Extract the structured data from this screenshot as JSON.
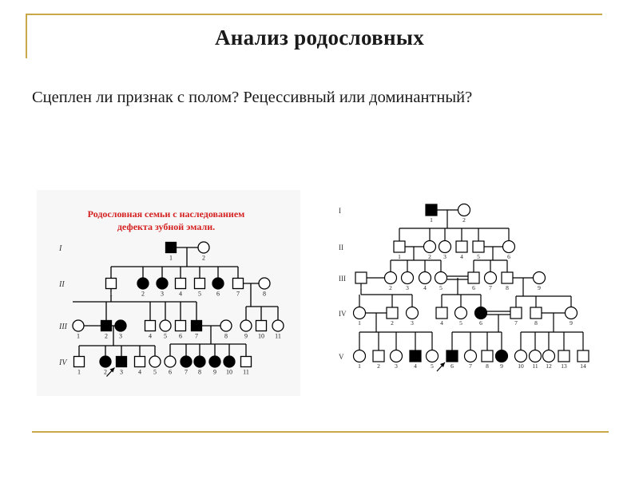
{
  "slide": {
    "title": "Анализ родословных",
    "question": "Сцеплен ли признак с полом? Рецессивный или доминантный?"
  },
  "colors": {
    "accent_rule": "#c9a84a",
    "caption_red": "#d42020",
    "symbol": "#000000"
  },
  "pedigree1": {
    "caption_line1": "Родословная семьи с наследованием",
    "caption_line2": "дефекта зубной эмали.",
    "generations": [
      "I",
      "II",
      "III",
      "IV"
    ],
    "individuals": {
      "I": [
        {
          "id": "1",
          "sex": "male",
          "affected": true
        },
        {
          "id": "2",
          "sex": "female",
          "affected": false
        }
      ],
      "II": [
        {
          "id": "1",
          "sex": "male",
          "affected": false
        },
        {
          "id": "2",
          "sex": "female",
          "affected": true
        },
        {
          "id": "3",
          "sex": "female",
          "affected": true
        },
        {
          "id": "4",
          "sex": "male",
          "affected": false
        },
        {
          "id": "5",
          "sex": "male",
          "affected": false
        },
        {
          "id": "6",
          "sex": "female",
          "affected": true
        },
        {
          "id": "7",
          "sex": "male",
          "affected": false
        },
        {
          "id": "8",
          "sex": "female",
          "affected": false
        }
      ],
      "III": [
        {
          "id": "1",
          "sex": "female",
          "affected": false
        },
        {
          "id": "2",
          "sex": "male",
          "affected": true
        },
        {
          "id": "3",
          "sex": "female",
          "affected": true
        },
        {
          "id": "4",
          "sex": "male",
          "affected": false
        },
        {
          "id": "5",
          "sex": "female",
          "affected": false
        },
        {
          "id": "6",
          "sex": "male",
          "affected": false
        },
        {
          "id": "7",
          "sex": "male",
          "affected": true
        },
        {
          "id": "8",
          "sex": "female",
          "affected": false
        },
        {
          "id": "9",
          "sex": "female",
          "affected": false
        },
        {
          "id": "10",
          "sex": "male",
          "affected": false
        },
        {
          "id": "11",
          "sex": "female",
          "affected": false
        }
      ],
      "IV": [
        {
          "id": "1",
          "sex": "male",
          "affected": false
        },
        {
          "id": "2",
          "sex": "female",
          "affected": true
        },
        {
          "id": "3",
          "sex": "male",
          "affected": true,
          "proband": true
        },
        {
          "id": "4",
          "sex": "male",
          "affected": false
        },
        {
          "id": "5",
          "sex": "female",
          "affected": false
        },
        {
          "id": "6",
          "sex": "female",
          "affected": false
        },
        {
          "id": "7",
          "sex": "female",
          "affected": true
        },
        {
          "id": "8",
          "sex": "female",
          "affected": true
        },
        {
          "id": "9",
          "sex": "female",
          "affected": true
        },
        {
          "id": "10",
          "sex": "female",
          "affected": true
        },
        {
          "id": "11",
          "sex": "male",
          "affected": false
        }
      ]
    }
  },
  "pedigree2": {
    "generations": [
      "I",
      "II",
      "III",
      "IV",
      "V"
    ],
    "individuals": {
      "I": [
        {
          "id": "1",
          "sex": "male",
          "affected": true
        },
        {
          "id": "2",
          "sex": "female",
          "affected": false
        }
      ],
      "II": [
        {
          "id": "1",
          "sex": "male",
          "affected": false
        },
        {
          "id": "2",
          "sex": "female",
          "affected": false
        },
        {
          "id": "3",
          "sex": "female",
          "affected": false
        },
        {
          "id": "4",
          "sex": "male",
          "affected": false
        },
        {
          "id": "5",
          "sex": "male",
          "affected": false
        },
        {
          "id": "6",
          "sex": "female",
          "affected": false
        }
      ],
      "III": [
        {
          "id": "1",
          "sex": "male",
          "affected": false
        },
        {
          "id": "2",
          "sex": "female",
          "affected": false
        },
        {
          "id": "3",
          "sex": "female",
          "affected": false
        },
        {
          "id": "4",
          "sex": "female",
          "affected": false
        },
        {
          "id": "5",
          "sex": "female",
          "affected": false
        },
        {
          "id": "6",
          "sex": "male",
          "affected": false
        },
        {
          "id": "7",
          "sex": "female",
          "affected": false
        },
        {
          "id": "8",
          "sex": "male",
          "affected": false
        },
        {
          "id": "9",
          "sex": "female",
          "affected": false
        }
      ],
      "IV": [
        {
          "id": "1",
          "sex": "female",
          "affected": false
        },
        {
          "id": "2",
          "sex": "male",
          "affected": false
        },
        {
          "id": "3",
          "sex": "female",
          "affected": false
        },
        {
          "id": "4",
          "sex": "male",
          "affected": false
        },
        {
          "id": "5",
          "sex": "female",
          "affected": false
        },
        {
          "id": "6",
          "sex": "female",
          "affected": true
        },
        {
          "id": "7",
          "sex": "male",
          "affected": false
        },
        {
          "id": "8",
          "sex": "male",
          "affected": false
        },
        {
          "id": "9",
          "sex": "female",
          "affected": false
        }
      ],
      "V": [
        {
          "id": "1",
          "sex": "female",
          "affected": false
        },
        {
          "id": "2",
          "sex": "male",
          "affected": false
        },
        {
          "id": "3",
          "sex": "female",
          "affected": false
        },
        {
          "id": "4",
          "sex": "male",
          "affected": true
        },
        {
          "id": "5",
          "sex": "female",
          "affected": false
        },
        {
          "id": "6",
          "sex": "male",
          "affected": true,
          "proband": true
        },
        {
          "id": "7",
          "sex": "female",
          "affected": false
        },
        {
          "id": "8",
          "sex": "male",
          "affected": false
        },
        {
          "id": "9",
          "sex": "female",
          "affected": true
        },
        {
          "id": "10",
          "sex": "female",
          "affected": false
        },
        {
          "id": "11",
          "sex": "female",
          "affected": false
        },
        {
          "id": "12",
          "sex": "female",
          "affected": false
        },
        {
          "id": "13",
          "sex": "male",
          "affected": false
        },
        {
          "id": "14",
          "sex": "male",
          "affected": false
        }
      ]
    }
  }
}
